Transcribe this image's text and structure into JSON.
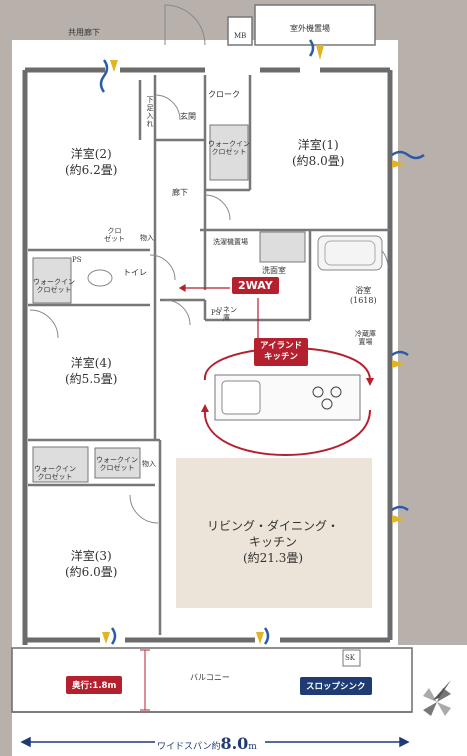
{
  "labels": {
    "corridor_common": "共用廊下",
    "mb": "MB",
    "outdoor_unit": "室外機置場",
    "room1": {
      "name": "洋室(1)",
      "size": "(約8.0畳)"
    },
    "room2": {
      "name": "洋室(2)",
      "size": "(約6.2畳)"
    },
    "room3": {
      "name": "洋室(3)",
      "size": "(約6.0畳)"
    },
    "room4": {
      "name": "洋室(4)",
      "size": "(約5.5畳)"
    },
    "ldk": {
      "l1": "リビング・ダイニング・",
      "l2": "キッチン",
      "size": "(約21.3畳)"
    },
    "cloak": "クローク",
    "shoe_box": "下足入れ",
    "entrance": "玄関",
    "wic1": {
      "l1": "ウォークイン",
      "l2": "クロゼット"
    },
    "hallway": "廊下",
    "closet2": {
      "l1": "クロ",
      "l2": "ゼット"
    },
    "storage": "物入",
    "storage2": "物入",
    "ps1": "PS",
    "ps2": "PS",
    "wic_left": {
      "l1": "ウォークイン",
      "l2": "クロゼット"
    },
    "toilet": "トイレ",
    "laundry_pan": "洗濯機置場",
    "washroom": "洗面室",
    "bath": {
      "name": "浴室",
      "size": "(1618)"
    },
    "way2": "2WAY",
    "linen": {
      "l1": "リネン",
      "l2": "庫"
    },
    "fridge": {
      "l1": "冷蔵庫",
      "l2": "置場"
    },
    "island": {
      "l1": "アイランド",
      "l2": "キッチン"
    },
    "wic3": {
      "l1": "ウォークイン",
      "l2": "クロゼット"
    },
    "wic4": {
      "l1": "ウォークイン",
      "l2": "クロゼット"
    },
    "balcony": "バルコニー",
    "depth": "奥行:1.8m",
    "sk": "SK",
    "slop_sink": "スロップシンク",
    "width_span": "ワイドスパン約",
    "width_value": "8.0",
    "width_unit": "m"
  },
  "colors": {
    "outer_band": "#b8b0aa",
    "wall": "#6b6b6b",
    "ldk_floor": "#ece4d8",
    "accent_red": "#b5202e",
    "accent_navy": "#1f3b73",
    "wind_yellow": "#e0b422",
    "wind_blue": "#2c5aa8"
  },
  "icons": [
    "compass-icon",
    "ventilation-icon"
  ]
}
